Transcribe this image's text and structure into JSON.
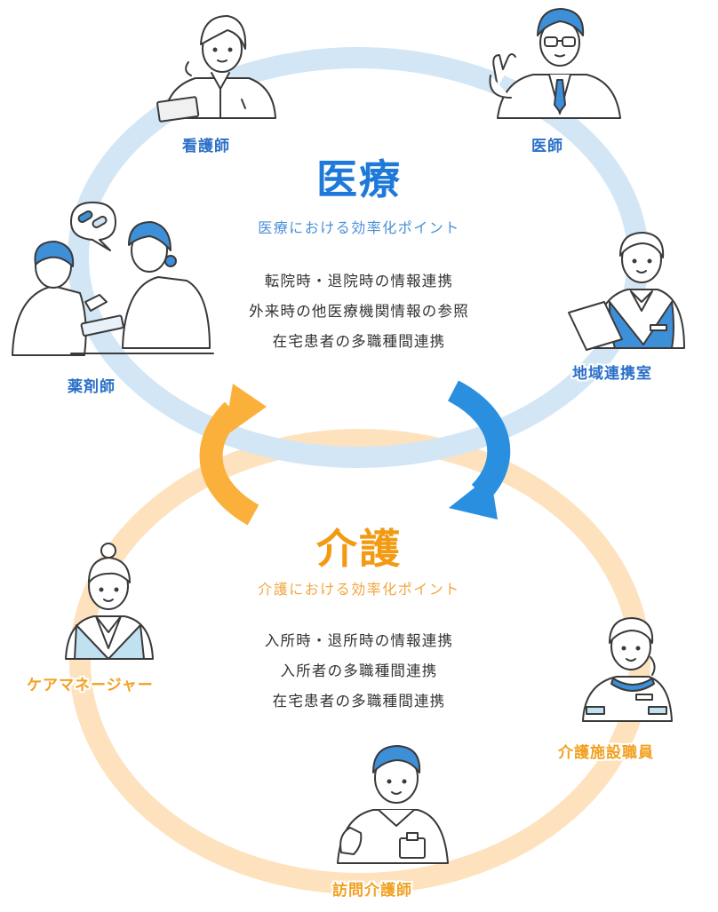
{
  "medical": {
    "title": "医療",
    "subtitle": "医療における効率化ポイント",
    "points": [
      "転院時・退院時の情報連携",
      "外来時の他医療機関情報の参照",
      "在宅患者の多職種間連携"
    ],
    "roles": [
      "看護師",
      "医師",
      "薬剤師",
      "地域連携室"
    ],
    "color": "#1f79d9"
  },
  "care": {
    "title": "介護",
    "subtitle": "介護における効率化ポイント",
    "points": [
      "入所時・退所時の情報連携",
      "入所者の多職種間連携",
      "在宅患者の多職種間連携"
    ],
    "roles": [
      "ケアマネージャー",
      "介護施設職員",
      "訪問介護師"
    ],
    "color": "#f29a12"
  },
  "colors": {
    "blue_ring": "#d3e6f5",
    "orange_ring": "#fde2bd",
    "blue_arrow": "#2b8fdf",
    "orange_arrow": "#fbb03b",
    "hair": "#3d8fd8",
    "line": "#3a3a3a"
  }
}
